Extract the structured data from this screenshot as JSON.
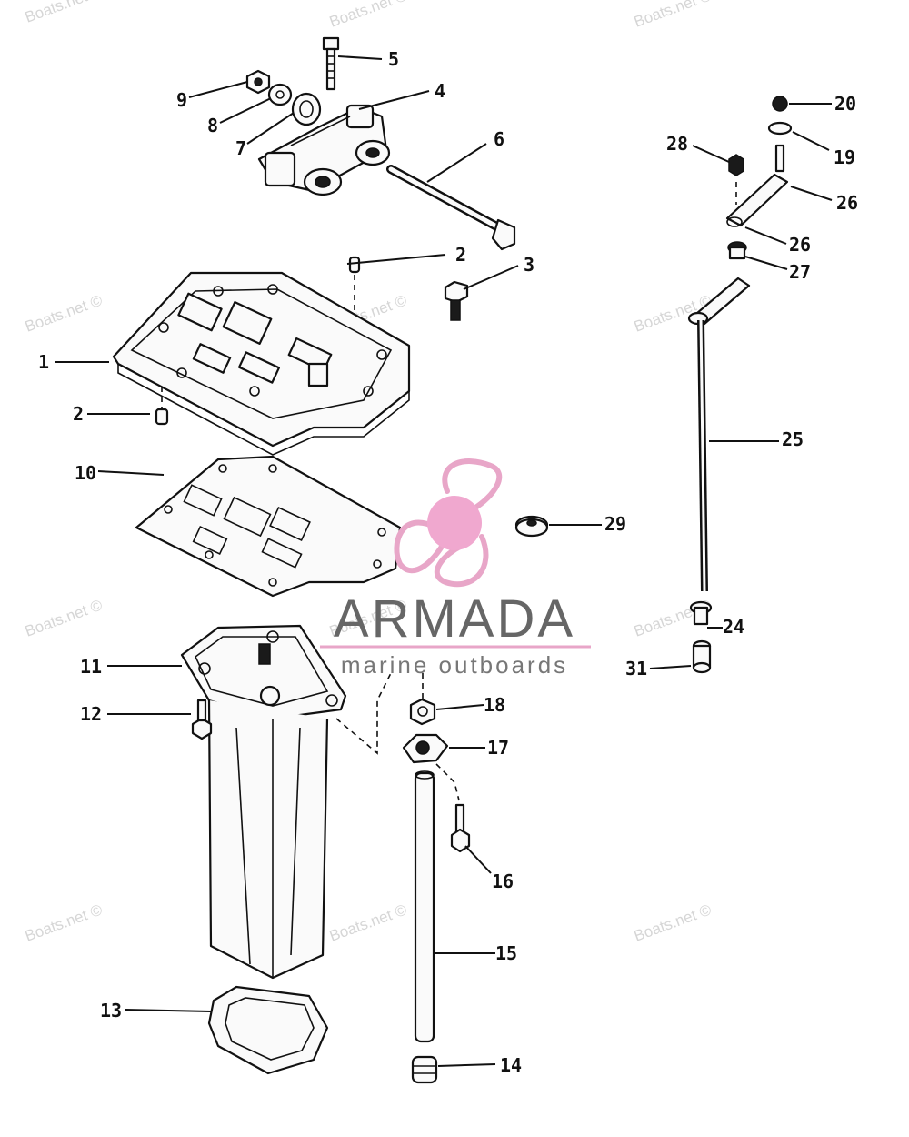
{
  "watermark": "Boats.net ©",
  "brand": {
    "name": "ARMADA",
    "tagline": "marine outboards",
    "accent_color": "#e8a6c8",
    "hub_color": "#f0a8cf"
  },
  "callouts": {
    "c1": "1",
    "c2a": "2",
    "c2b": "2",
    "c3": "3",
    "c4": "4",
    "c5": "5",
    "c6": "6",
    "c7": "7",
    "c8": "8",
    "c9": "9",
    "c10": "10",
    "c11": "11",
    "c12": "12",
    "c13": "13",
    "c14": "14",
    "c15": "15",
    "c16": "16",
    "c17": "17",
    "c18": "18",
    "c19": "19",
    "c20": "20",
    "c24": "24",
    "c25": "25",
    "c26a": "26",
    "c26b": "26",
    "c27": "27",
    "c28": "28",
    "c29": "29",
    "c31": "31"
  }
}
